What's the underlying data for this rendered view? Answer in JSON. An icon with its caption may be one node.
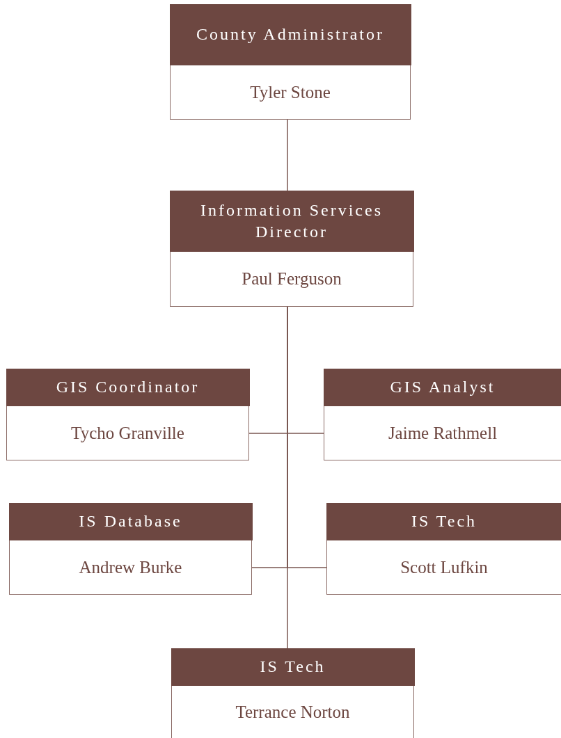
{
  "diagram": {
    "nodes": [
      {
        "text": [
          "County Administrator",
          "Tyler Stone"
        ]
      },
      {
        "text": [
          "Information Services Director",
          "Paul Ferguson"
        ]
      },
      {
        "text": [
          "GIS Coordinator",
          "Tycho Granville"
        ]
      },
      {
        "text": [
          "GIS Analyst",
          "Jaime Rathmell"
        ]
      },
      {
        "text": [
          "IS Database",
          "Andrew Burke"
        ]
      },
      {
        "text": [
          "IS Tech",
          "Scott Lufkin"
        ]
      },
      {
        "text": [
          "IS Tech",
          "Terrance Norton"
        ]
      }
    ],
    "edges": [
      {
        "from": 0,
        "to": 1,
        "arrow": "none"
      },
      {
        "from": 1,
        "to": 2,
        "arrow": "none"
      },
      {
        "from": 1,
        "to": 3,
        "arrow": "none"
      },
      {
        "from": 1,
        "to": 4,
        "arrow": "none"
      },
      {
        "from": 1,
        "to": 5,
        "arrow": "none"
      },
      {
        "from": 1,
        "to": 6,
        "arrow": "none"
      }
    ]
  }
}
